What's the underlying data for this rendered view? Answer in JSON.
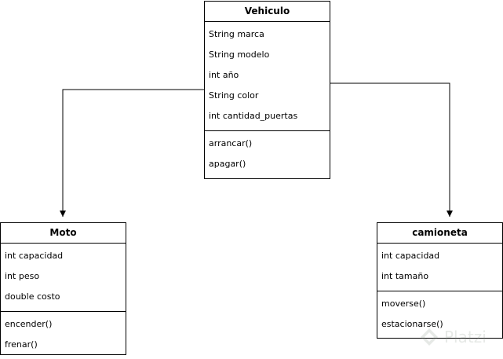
{
  "classes": {
    "vehiculo": {
      "name": "Vehiculo",
      "attributes": [
        "String marca",
        "String modelo",
        "int año",
        "String color",
        "int cantidad_puertas"
      ],
      "methods": [
        "arrancar()",
        "apagar()"
      ]
    },
    "moto": {
      "name": "Moto",
      "attributes": [
        "int capacidad",
        "int peso",
        "double costo"
      ],
      "methods": [
        "encender()",
        "frenar()"
      ]
    },
    "camioneta": {
      "name": "camioneta",
      "attributes": [
        "int capacidad",
        "int tamaño"
      ],
      "methods": [
        "moverse()",
        "estacionarse()"
      ]
    }
  },
  "watermark": {
    "text": "Platzi",
    "icon": "platzi-logo-icon"
  },
  "colors": {
    "line": "#000000",
    "box_border": "#000000",
    "watermark": "#7a8a7a"
  }
}
